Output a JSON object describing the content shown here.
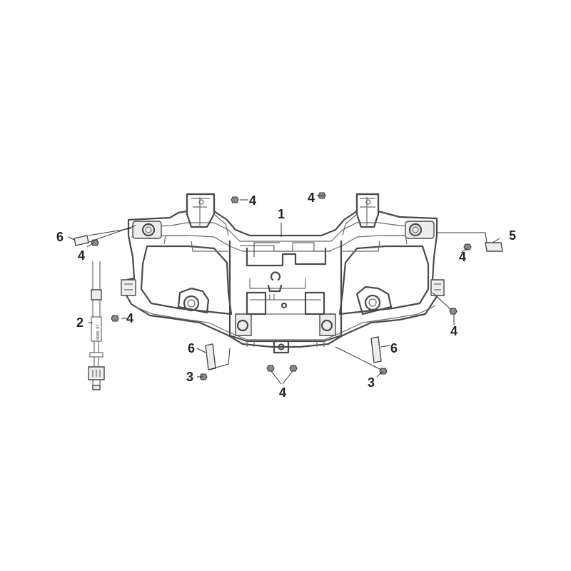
{
  "callouts": [
    {
      "id": "c1",
      "label": "1"
    },
    {
      "id": "c2",
      "label": "2"
    },
    {
      "id": "c3a",
      "label": "3"
    },
    {
      "id": "c3b",
      "label": "3"
    },
    {
      "id": "c4a",
      "label": "4"
    },
    {
      "id": "c4b",
      "label": "4"
    },
    {
      "id": "c4c",
      "label": "4"
    },
    {
      "id": "c4d",
      "label": "4"
    },
    {
      "id": "c4e",
      "label": "4"
    },
    {
      "id": "c4f",
      "label": "4"
    },
    {
      "id": "c4g",
      "label": "4"
    },
    {
      "id": "c5",
      "label": "5"
    },
    {
      "id": "c6a",
      "label": "6"
    },
    {
      "id": "c6b",
      "label": "6"
    },
    {
      "id": "c6c",
      "label": "6"
    }
  ],
  "colors": {
    "line": "#4a4a4a",
    "text": "#222222",
    "background": "#ffffff"
  }
}
